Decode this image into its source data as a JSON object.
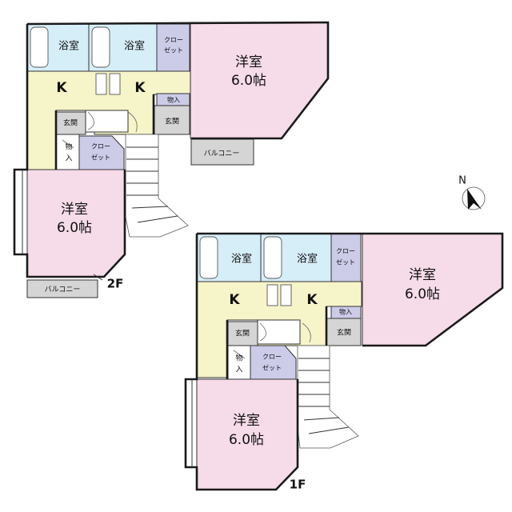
{
  "floors": {
    "second": {
      "floor_label": "2F",
      "rooms": {
        "bath_left": "浴室",
        "bath_right": "浴室",
        "closet_top": [
          "クロー",
          "ゼット"
        ],
        "western_right": [
          "洋室",
          "6.0帖"
        ],
        "kitchen_left": "K",
        "kitchen_right": "K",
        "storage_top": "物入",
        "entrance_left": "玄関",
        "entrance_right": "玄関",
        "storage_left": [
          "物",
          "入"
        ],
        "closet_left": [
          "クロー",
          "ゼット"
        ],
        "western_left": [
          "洋室",
          "6.0帖"
        ],
        "balcony_right": "バルコニー",
        "balcony_left": "バルコニー"
      }
    },
    "first": {
      "floor_label": "1F",
      "rooms": {
        "bath_left": "浴室",
        "bath_right": "浴室",
        "closet_top": [
          "クロー",
          "ゼット"
        ],
        "western_right": [
          "洋室",
          "6.0帖"
        ],
        "kitchen_left": "K",
        "kitchen_right": "K",
        "storage_top": "物入",
        "entrance_left": "玄関",
        "entrance_right": "玄関",
        "storage_left": [
          "物",
          "入"
        ],
        "closet_left": [
          "クロー",
          "ゼット"
        ],
        "western_left": [
          "洋室",
          "6.0帖"
        ]
      }
    }
  },
  "compass": {
    "label": "N"
  },
  "colors": {
    "western": "#f6dbe8",
    "bath": "#d6eef7",
    "kitchen": "#f6f4c9",
    "closet": "#cccbe8",
    "entrance": "#d5d5d5"
  }
}
